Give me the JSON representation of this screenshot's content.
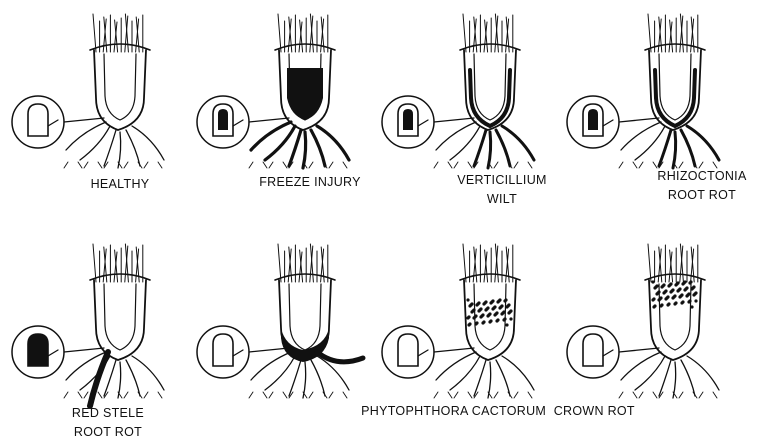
{
  "panels": [
    {
      "id": "healthy",
      "label": "HEALTHY",
      "dark": "none",
      "inset": "plain"
    },
    {
      "id": "freeze-injury",
      "label": "FREEZE INJURY",
      "dark": "crown-blob",
      "inset": "dark-core"
    },
    {
      "id": "verticillium-wilt",
      "label": "VERTICILLIUM\nWILT",
      "dark": "crown-rim-roots",
      "inset": "dark-core"
    },
    {
      "id": "rhizoctonia-root-rot",
      "label": "RHIZOCTONIA\nROOT ROT",
      "dark": "crown-rim-roots",
      "inset": "dark-core"
    },
    {
      "id": "red-stele-root-rot",
      "label": "RED STELE\nROOT ROT",
      "dark": "dark-root",
      "inset": "dark-full"
    },
    {
      "id": "phytophthora-1",
      "label": "",
      "dark": "crown-base-band",
      "inset": "plain"
    },
    {
      "id": "phytophthora-2",
      "label": "",
      "dark": "crown-speckle-mid",
      "inset": "plain"
    },
    {
      "id": "phytophthora-3",
      "label": "",
      "dark": "crown-speckle-top",
      "inset": "plain"
    }
  ],
  "shared_caption": "PHYTOPHTHORA CACTORUM  CROWN ROT"
}
